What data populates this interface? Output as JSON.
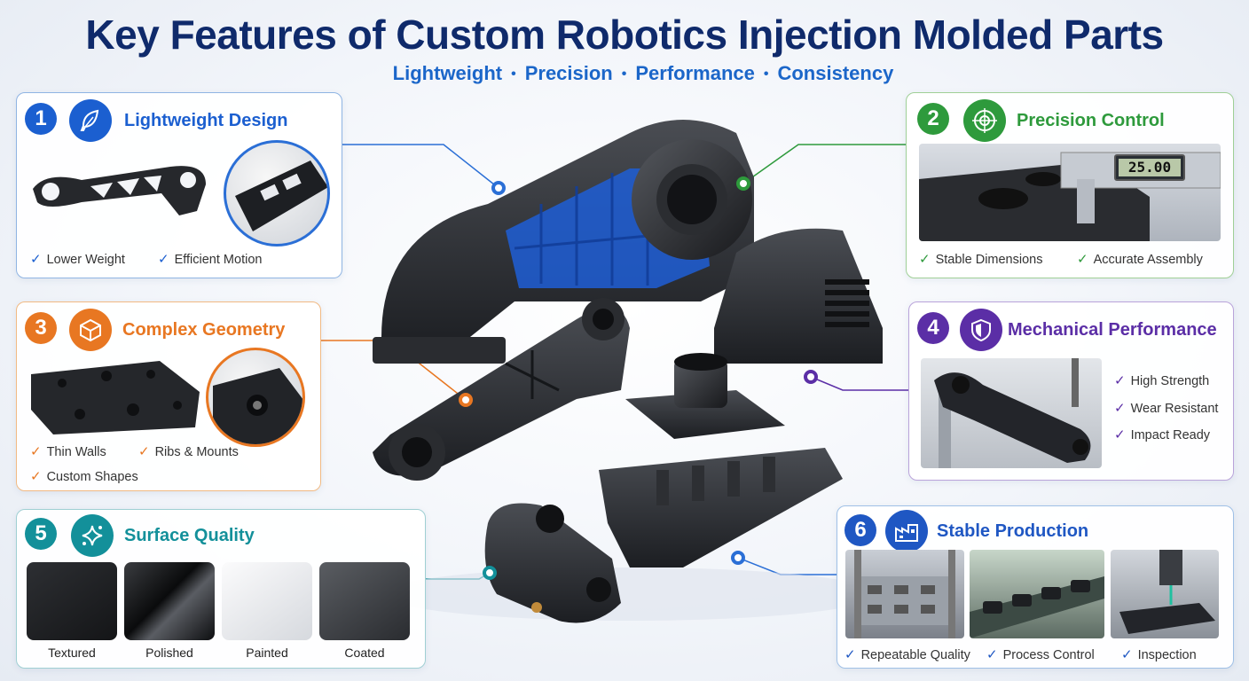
{
  "header": {
    "title": "Key Features of Custom Robotics Injection Molded Parts",
    "subtitle_items": [
      "Lightweight",
      "Precision",
      "Performance",
      "Consistency"
    ],
    "separator": "•"
  },
  "colors": {
    "blue": "#1b5fd0",
    "green": "#2e9a3c",
    "orange": "#e87722",
    "purple": "#5b2ea6",
    "teal": "#13909a",
    "navy": "#1f57c3"
  },
  "features": [
    {
      "number": "1",
      "title": "Lightweight Design",
      "icon": "feather-icon",
      "items": [
        "Lower Weight",
        "Efficient Motion"
      ]
    },
    {
      "number": "2",
      "title": "Precision Control",
      "icon": "target-icon",
      "items": [
        "Stable Dimensions",
        "Accurate Assembly"
      ],
      "caliper_reading": "25.00"
    },
    {
      "number": "3",
      "title": "Complex Geometry",
      "icon": "cube-icon",
      "items": [
        "Thin Walls",
        "Ribs & Mounts",
        "Custom Shapes"
      ]
    },
    {
      "number": "4",
      "title": "Mechanical Performance",
      "icon": "shield-icon",
      "items": [
        "High Strength",
        "Wear Resistant",
        "Impact Ready"
      ]
    },
    {
      "number": "5",
      "title": "Surface Quality",
      "icon": "sparkle-icon",
      "items": [
        "Textured",
        "Polished",
        "Painted",
        "Coated"
      ]
    },
    {
      "number": "6",
      "title": "Stable Production",
      "icon": "factory-icon",
      "items": [
        "Repeatable Quality",
        "Process Control",
        "Inspection"
      ]
    }
  ]
}
